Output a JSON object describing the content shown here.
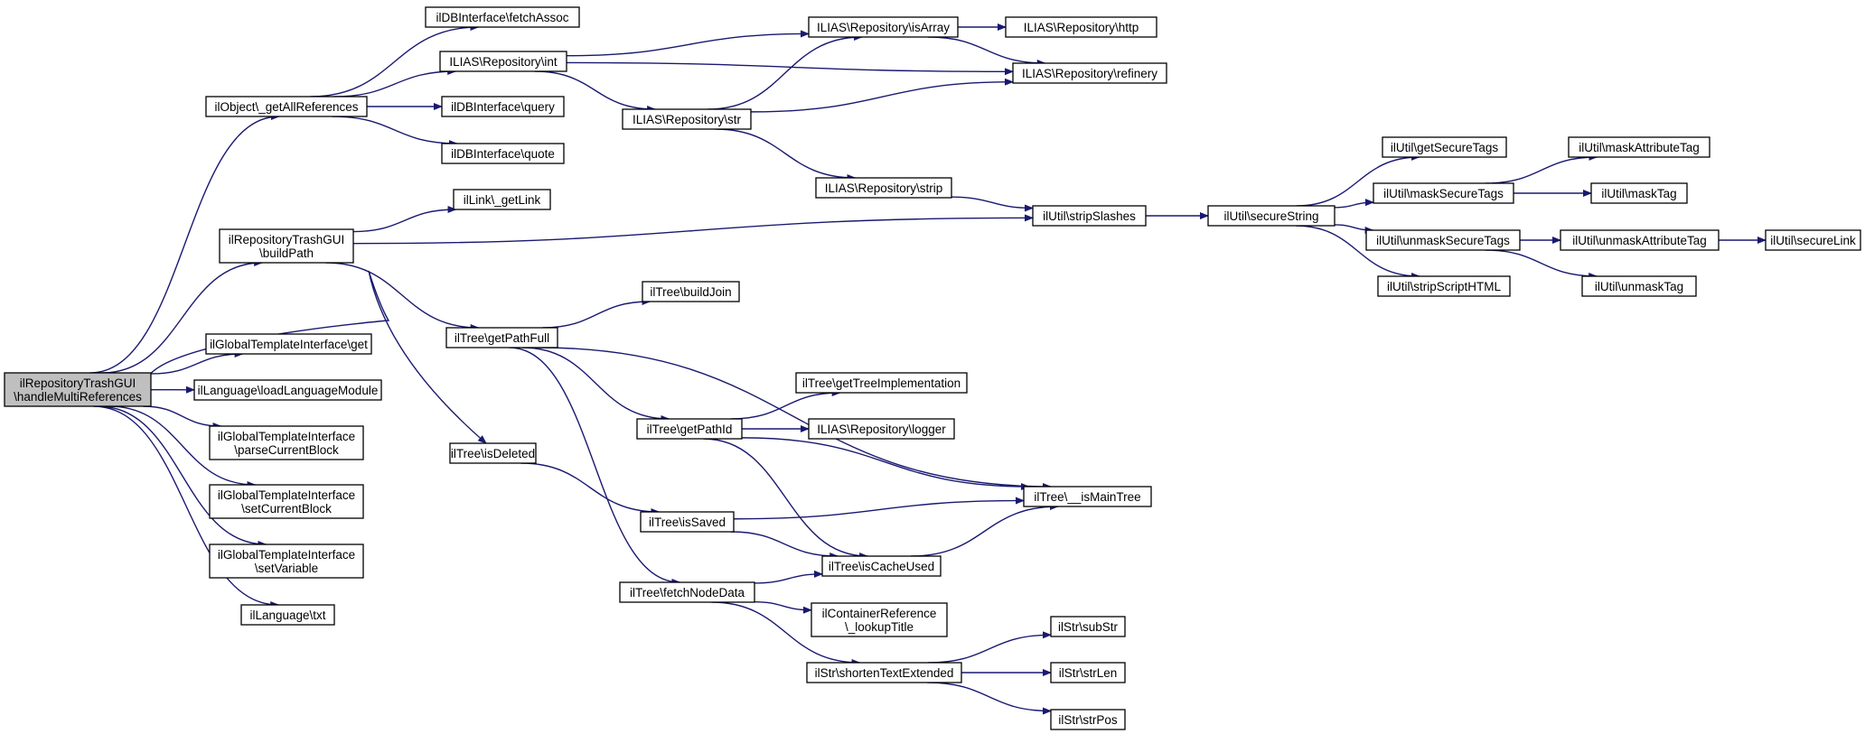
{
  "diagram": {
    "type": "call-graph",
    "edge_color": "#191970",
    "root_fill": "#bfbfbf",
    "nodes": [
      {
        "id": "root",
        "lines": [
          "ilRepositoryTrashGUI",
          "\\handleMultiReferences"
        ],
        "root": true
      },
      {
        "id": "getAllRefs",
        "lines": [
          "ilObject\\_getAllReferences"
        ]
      },
      {
        "id": "buildPath",
        "lines": [
          "ilRepositoryTrashGUI",
          "\\buildPath"
        ]
      },
      {
        "id": "gtiGet",
        "lines": [
          "ilGlobalTemplateInterface\\get"
        ]
      },
      {
        "id": "loadLang",
        "lines": [
          "ilLanguage\\loadLanguageModule"
        ]
      },
      {
        "id": "parseBlock",
        "lines": [
          "ilGlobalTemplateInterface",
          "\\parseCurrentBlock"
        ]
      },
      {
        "id": "setBlock",
        "lines": [
          "ilGlobalTemplateInterface",
          "\\setCurrentBlock"
        ]
      },
      {
        "id": "setVar",
        "lines": [
          "ilGlobalTemplateInterface",
          "\\setVariable"
        ]
      },
      {
        "id": "txt",
        "lines": [
          "ilLanguage\\txt"
        ]
      },
      {
        "id": "fetchAssoc",
        "lines": [
          "ilDBInterface\\fetchAssoc"
        ]
      },
      {
        "id": "repInt",
        "lines": [
          "ILIAS\\Repository\\int"
        ]
      },
      {
        "id": "dbQuery",
        "lines": [
          "ilDBInterface\\query"
        ]
      },
      {
        "id": "dbQuote",
        "lines": [
          "ilDBInterface\\quote"
        ]
      },
      {
        "id": "getLink",
        "lines": [
          "ilLink\\_getLink"
        ]
      },
      {
        "id": "getPathFull",
        "lines": [
          "ilTree\\getPathFull"
        ]
      },
      {
        "id": "isDeleted",
        "lines": [
          "ilTree\\isDeleted"
        ]
      },
      {
        "id": "isArray",
        "lines": [
          "ILIAS\\Repository\\isArray"
        ]
      },
      {
        "id": "repStr",
        "lines": [
          "ILIAS\\Repository\\str"
        ]
      },
      {
        "id": "repStrip",
        "lines": [
          "ILIAS\\Repository\\strip"
        ]
      },
      {
        "id": "buildJoin",
        "lines": [
          "ilTree\\buildJoin"
        ]
      },
      {
        "id": "getPathId",
        "lines": [
          "ilTree\\getPathId"
        ]
      },
      {
        "id": "isSaved",
        "lines": [
          "ilTree\\isSaved"
        ]
      },
      {
        "id": "fetchNode",
        "lines": [
          "ilTree\\fetchNodeData"
        ]
      },
      {
        "id": "http",
        "lines": [
          "ILIAS\\Repository\\http"
        ]
      },
      {
        "id": "refinery",
        "lines": [
          "ILIAS\\Repository\\refinery"
        ]
      },
      {
        "id": "getTreeImpl",
        "lines": [
          "ilTree\\getTreeImplementation"
        ]
      },
      {
        "id": "logger",
        "lines": [
          "ILIAS\\Repository\\logger"
        ]
      },
      {
        "id": "isCacheUsed",
        "lines": [
          "ilTree\\isCacheUsed"
        ]
      },
      {
        "id": "lookupTitle",
        "lines": [
          "ilContainerReference",
          "\\_lookupTitle"
        ]
      },
      {
        "id": "shortenText",
        "lines": [
          "ilStr\\shortenTextExtended"
        ]
      },
      {
        "id": "stripSlashes",
        "lines": [
          "ilUtil\\stripSlashes"
        ]
      },
      {
        "id": "isMainTree",
        "lines": [
          "ilTree\\__isMainTree"
        ]
      },
      {
        "id": "subStr",
        "lines": [
          "ilStr\\subStr"
        ]
      },
      {
        "id": "strLen",
        "lines": [
          "ilStr\\strLen"
        ]
      },
      {
        "id": "strPos",
        "lines": [
          "ilStr\\strPos"
        ]
      },
      {
        "id": "secureString",
        "lines": [
          "ilUtil\\secureString"
        ]
      },
      {
        "id": "getSecureTags",
        "lines": [
          "ilUtil\\getSecureTags"
        ]
      },
      {
        "id": "maskSecureTags",
        "lines": [
          "ilUtil\\maskSecureTags"
        ]
      },
      {
        "id": "unmaskSecureTags",
        "lines": [
          "ilUtil\\unmaskSecureTags"
        ]
      },
      {
        "id": "stripScript",
        "lines": [
          "ilUtil\\stripScriptHTML"
        ]
      },
      {
        "id": "maskAttrTag",
        "lines": [
          "ilUtil\\maskAttributeTag"
        ]
      },
      {
        "id": "maskTag",
        "lines": [
          "ilUtil\\maskTag"
        ]
      },
      {
        "id": "unmaskAttrTag",
        "lines": [
          "ilUtil\\unmaskAttributeTag"
        ]
      },
      {
        "id": "unmaskTag",
        "lines": [
          "ilUtil\\unmaskTag"
        ]
      },
      {
        "id": "secureLink",
        "lines": [
          "ilUtil\\secureLink"
        ]
      }
    ],
    "edges": [
      [
        "root",
        "getAllRefs"
      ],
      [
        "root",
        "buildPath"
      ],
      [
        "root",
        "isDeleted"
      ],
      [
        "root",
        "gtiGet"
      ],
      [
        "root",
        "loadLang"
      ],
      [
        "root",
        "parseBlock"
      ],
      [
        "root",
        "setBlock"
      ],
      [
        "root",
        "setVar"
      ],
      [
        "root",
        "txt"
      ],
      [
        "getAllRefs",
        "fetchAssoc"
      ],
      [
        "getAllRefs",
        "repInt"
      ],
      [
        "getAllRefs",
        "dbQuery"
      ],
      [
        "getAllRefs",
        "dbQuote"
      ],
      [
        "repInt",
        "isArray"
      ],
      [
        "repInt",
        "refinery"
      ],
      [
        "repInt",
        "repStr"
      ],
      [
        "isArray",
        "http"
      ],
      [
        "isArray",
        "refinery"
      ],
      [
        "repStr",
        "isArray"
      ],
      [
        "repStr",
        "refinery"
      ],
      [
        "repStr",
        "repStrip"
      ],
      [
        "repStrip",
        "stripSlashes"
      ],
      [
        "buildPath",
        "getLink"
      ],
      [
        "buildPath",
        "stripSlashes"
      ],
      [
        "buildPath",
        "getPathFull"
      ],
      [
        "stripSlashes",
        "secureString"
      ],
      [
        "secureString",
        "getSecureTags"
      ],
      [
        "secureString",
        "maskSecureTags"
      ],
      [
        "secureString",
        "unmaskSecureTags"
      ],
      [
        "secureString",
        "stripScript"
      ],
      [
        "maskSecureTags",
        "maskAttrTag"
      ],
      [
        "maskSecureTags",
        "maskTag"
      ],
      [
        "unmaskSecureTags",
        "unmaskAttrTag"
      ],
      [
        "unmaskSecureTags",
        "unmaskTag"
      ],
      [
        "unmaskAttrTag",
        "secureLink"
      ],
      [
        "getPathFull",
        "buildJoin"
      ],
      [
        "getPathFull",
        "isMainTree"
      ],
      [
        "getPathFull",
        "getPathId"
      ],
      [
        "getPathFull",
        "fetchNode"
      ],
      [
        "getPathId",
        "getTreeImpl"
      ],
      [
        "getPathId",
        "logger"
      ],
      [
        "getPathId",
        "isMainTree"
      ],
      [
        "getPathId",
        "isCacheUsed"
      ],
      [
        "isDeleted",
        "isSaved"
      ],
      [
        "isSaved",
        "isMainTree"
      ],
      [
        "isSaved",
        "isCacheUsed"
      ],
      [
        "isCacheUsed",
        "isMainTree"
      ],
      [
        "fetchNode",
        "isCacheUsed"
      ],
      [
        "fetchNode",
        "lookupTitle"
      ],
      [
        "fetchNode",
        "shortenText"
      ],
      [
        "shortenText",
        "subStr"
      ],
      [
        "shortenText",
        "strLen"
      ],
      [
        "shortenText",
        "strPos"
      ]
    ]
  }
}
